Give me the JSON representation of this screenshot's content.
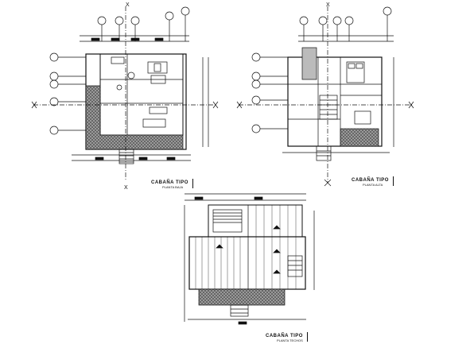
{
  "drawings": {
    "ground_floor": {
      "title": "CABAÑA TIPO",
      "subtitle": "PLANTA BAJA"
    },
    "upper_floor": {
      "title": "CABAÑA TIPO",
      "subtitle": "PLANTA ALTA"
    },
    "roof": {
      "title": "CABAÑA TIPO",
      "subtitle": "PLANTA TECHOS"
    }
  },
  "axis_label": "X",
  "colors": {
    "ink": "#111111",
    "paper": "#ffffff",
    "hatch": "#8a8a8a"
  }
}
